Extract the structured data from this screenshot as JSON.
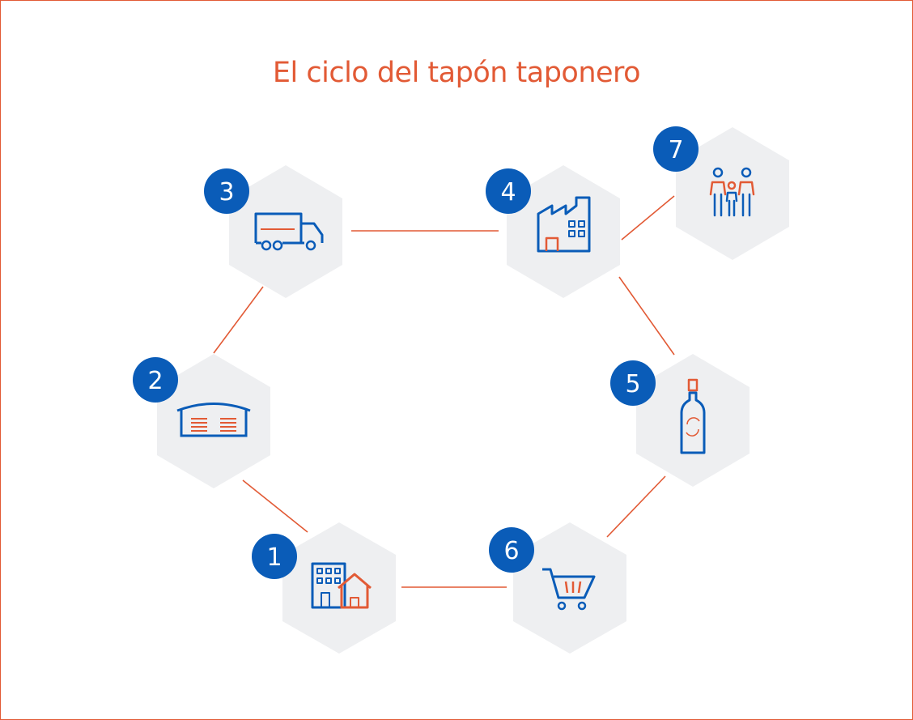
{
  "title": "El ciclo del tapón taponero",
  "colors": {
    "accent": "#e25a35",
    "primary": "#0a5cb8",
    "hexagon": "#eeeff1"
  },
  "steps": [
    {
      "number": "1",
      "icon": "building-house-icon"
    },
    {
      "number": "2",
      "icon": "warehouse-icon"
    },
    {
      "number": "3",
      "icon": "truck-icon"
    },
    {
      "number": "4",
      "icon": "factory-icon"
    },
    {
      "number": "5",
      "icon": "bottle-icon"
    },
    {
      "number": "6",
      "icon": "shopping-cart-icon"
    },
    {
      "number": "7",
      "icon": "family-icon"
    }
  ],
  "connections": [
    [
      "1",
      "2"
    ],
    [
      "2",
      "3"
    ],
    [
      "3",
      "4"
    ],
    [
      "4",
      "5"
    ],
    [
      "5",
      "6"
    ],
    [
      "6",
      "1"
    ],
    [
      "4",
      "7"
    ]
  ]
}
